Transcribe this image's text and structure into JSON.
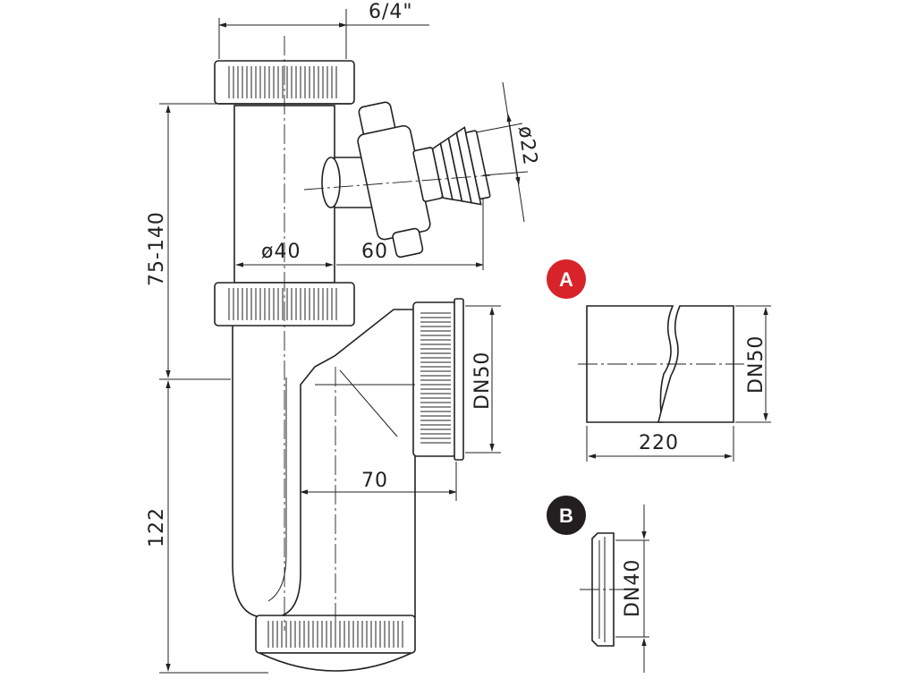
{
  "dimensions": {
    "thread_size": "6/4\"",
    "height_range": "75-140",
    "tube_diameter": "ø40",
    "side_outlet_offset": "60",
    "hose_diameter": "ø22",
    "outlet_size": "DN50",
    "outlet_offset": "70",
    "trap_height": "122"
  },
  "accessory_a": {
    "badge": "A",
    "badge_color": "#d8232a",
    "size": "DN50",
    "length": "220"
  },
  "accessory_b": {
    "badge": "B",
    "badge_color": "#231f20",
    "size": "DN40"
  }
}
